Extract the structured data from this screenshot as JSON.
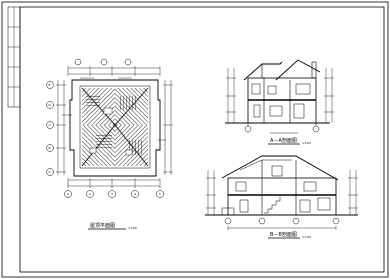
{
  "drawing": {
    "roof_plan": {
      "title": "屋顶平面图",
      "scale": "1:100"
    },
    "section_a": {
      "title": "A－A剖面图",
      "scale": "1:100"
    },
    "section_b": {
      "title": "B－B剖面图",
      "scale": "1:100"
    }
  },
  "axis_labels_left": [
    "E",
    "D",
    "C",
    "B",
    "A"
  ],
  "axis_labels_bottom": [
    "1",
    "2",
    "3",
    "4",
    "5"
  ]
}
